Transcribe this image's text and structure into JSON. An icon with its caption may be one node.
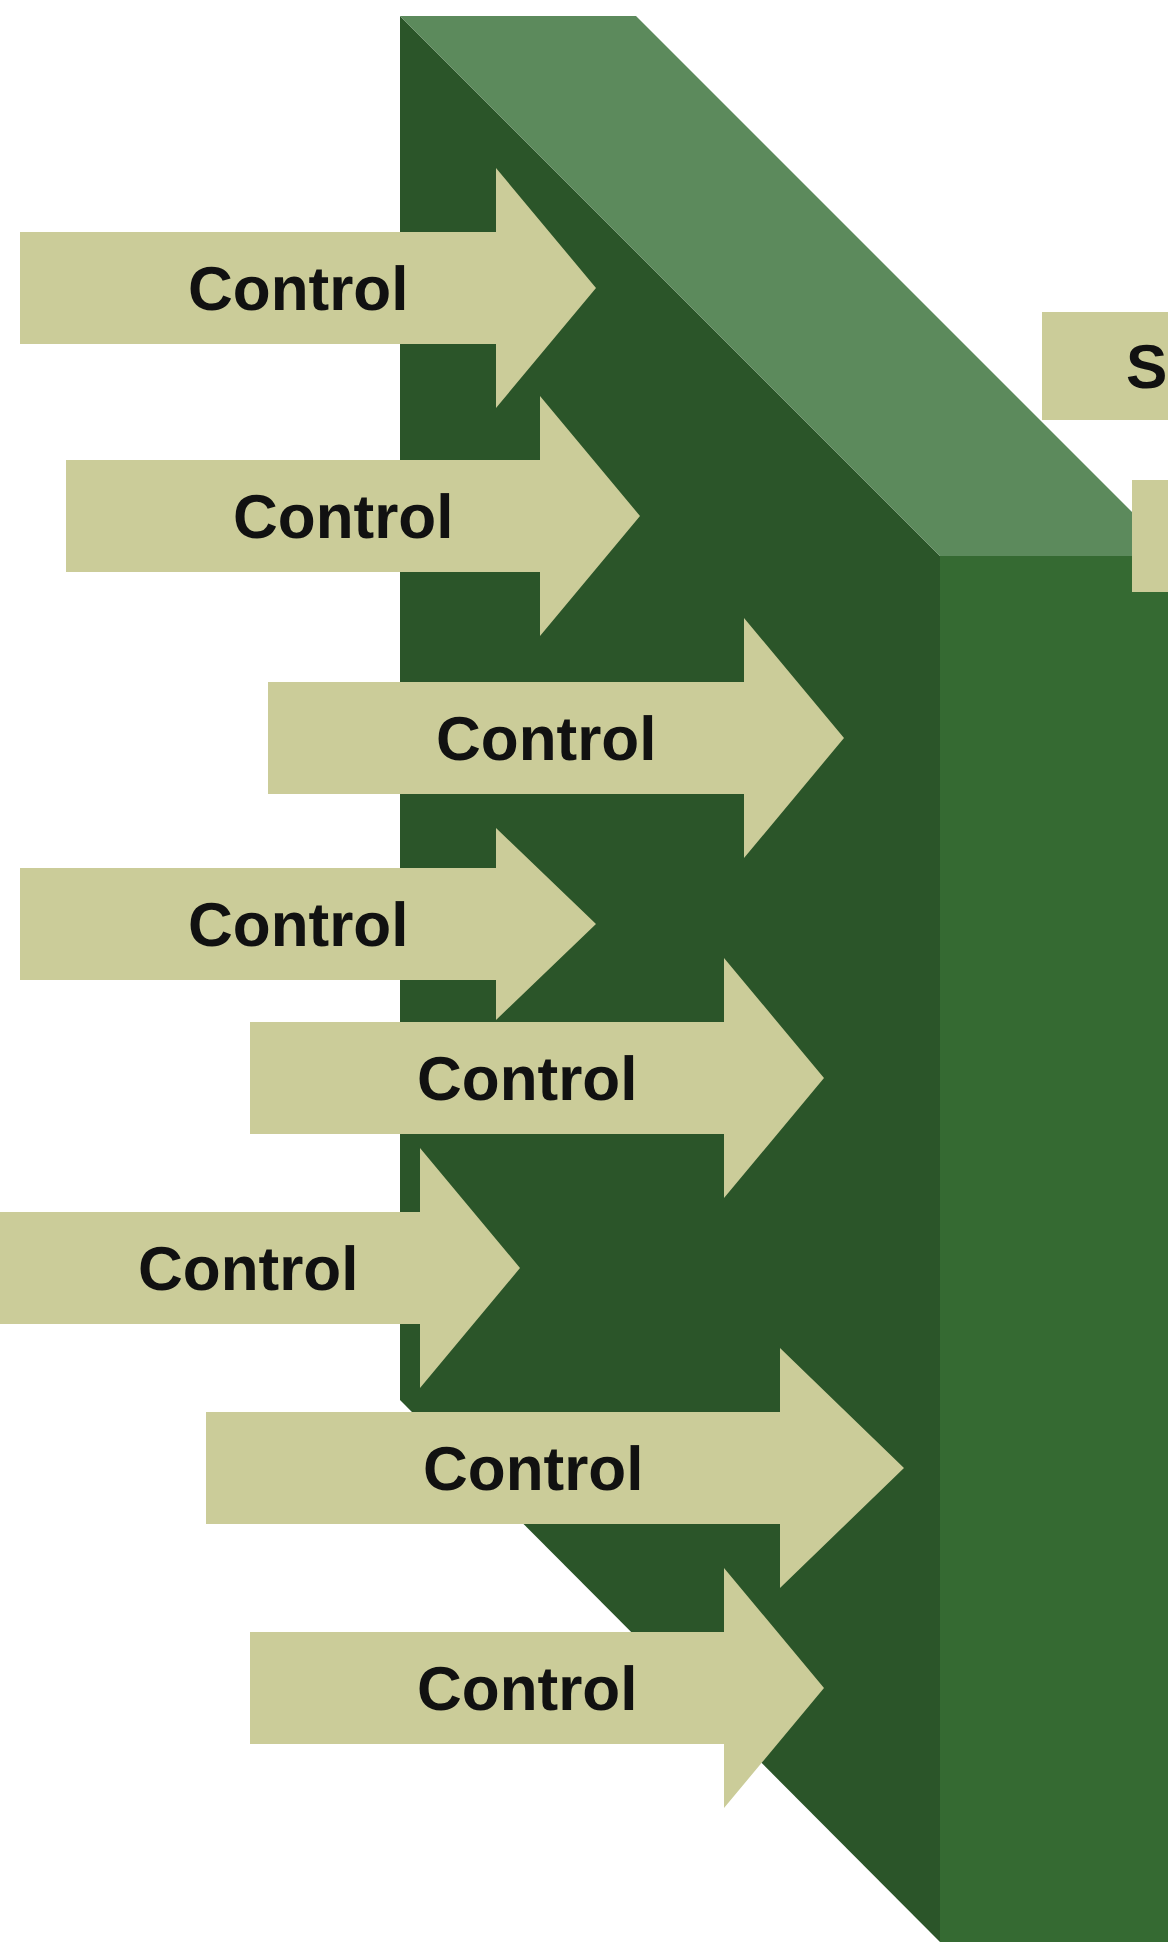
{
  "diagram": {
    "nodes": [
      {
        "text": [
          "Control"
        ]
      },
      {
        "text": [
          "Control"
        ]
      },
      {
        "text": [
          "Control"
        ]
      },
      {
        "text": [
          "Control"
        ]
      },
      {
        "text": [
          "Control"
        ]
      },
      {
        "text": [
          "Control"
        ]
      },
      {
        "text": [
          "Control"
        ]
      },
      {
        "text": [
          "Control"
        ]
      },
      {
        "text": [
          "S"
        ]
      },
      {
        "text": [],
        "shape": "box"
      }
    ]
  }
}
